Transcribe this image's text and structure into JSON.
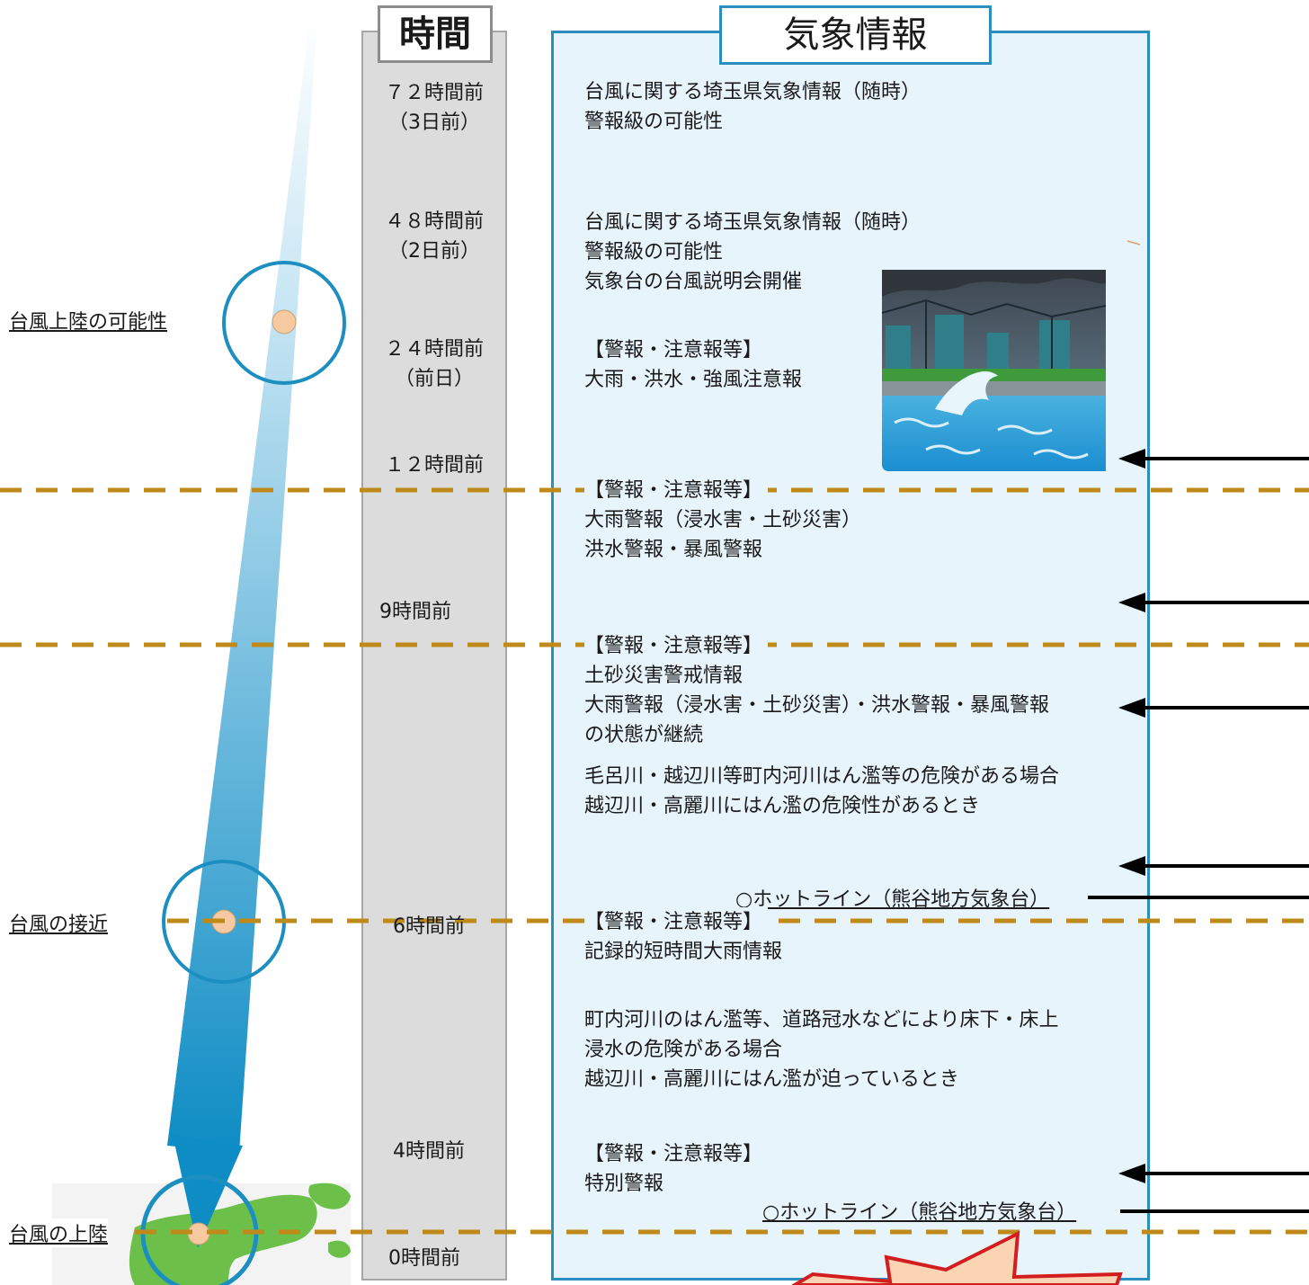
{
  "headers": {
    "time": "時間",
    "info": "気象情報"
  },
  "phases": {
    "possible": "台風上陸の可能性",
    "approach": "台風の接近",
    "landfall": "台風の上陸"
  },
  "time_labels": {
    "h72": "７２時間前",
    "h72_sub": "（3日前）",
    "h48": "４８時間前",
    "h48_sub": "（2日前）",
    "h24": "２４時間前",
    "h24_sub": "（前日）",
    "h12": "１２時間前",
    "h9": "9時間前",
    "h6": "6時間前",
    "h4": "4時間前",
    "h0": "0時間前"
  },
  "info": {
    "b1": [
      "台風に関する埼玉県気象情報（随時）",
      "警報級の可能性"
    ],
    "b2": [
      "台風に関する埼玉県気象情報（随時）",
      "警報級の可能性",
      "気象台の台風説明会開催"
    ],
    "b3": [
      "【警報・注意報等】",
      "大雨・洪水・強風注意報"
    ],
    "b4": [
      "【警報・注意報等】",
      "大雨警報（浸水害・土砂災害）",
      "洪水警報・暴風警報"
    ],
    "b5": [
      "【警報・注意報等】",
      "土砂災害警戒情報",
      "大雨警報（浸水害・土砂災害）・洪水警報・暴風警報",
      "の状態が継続"
    ],
    "b6": [
      "毛呂川・越辺川等町内河川はん濫等の危険がある場合",
      "越辺川・高麗川にはん濫の危険性があるとき"
    ],
    "b7": [
      "【警報・注意報等】",
      "記録的短時間大雨情報"
    ],
    "b8": [
      "町内河川のはん濫等、道路冠水などにより床下・床上",
      "浸水の危険がある場合",
      "越辺川・高麗川にはん濫が迫っているとき"
    ],
    "b9": [
      "【警報・注意報等】",
      "特別警報"
    ]
  },
  "hotline": "○ホットライン（熊谷地方気象台）",
  "colors": {
    "arrow_blue": "#1a96c8",
    "circle_blue": "#1c8fc0",
    "dashed_line": "#c08a1a",
    "typhoon_dot": "#f7c9a0",
    "panel_fill": "#e8f4fc",
    "panel_border": "#2a8fbf",
    "time_fill": "#dcdcdc",
    "land_green": "#6cc04a"
  },
  "icons": [
    "storm-flood-illustration",
    "explosion-icon",
    "map-illustration"
  ]
}
